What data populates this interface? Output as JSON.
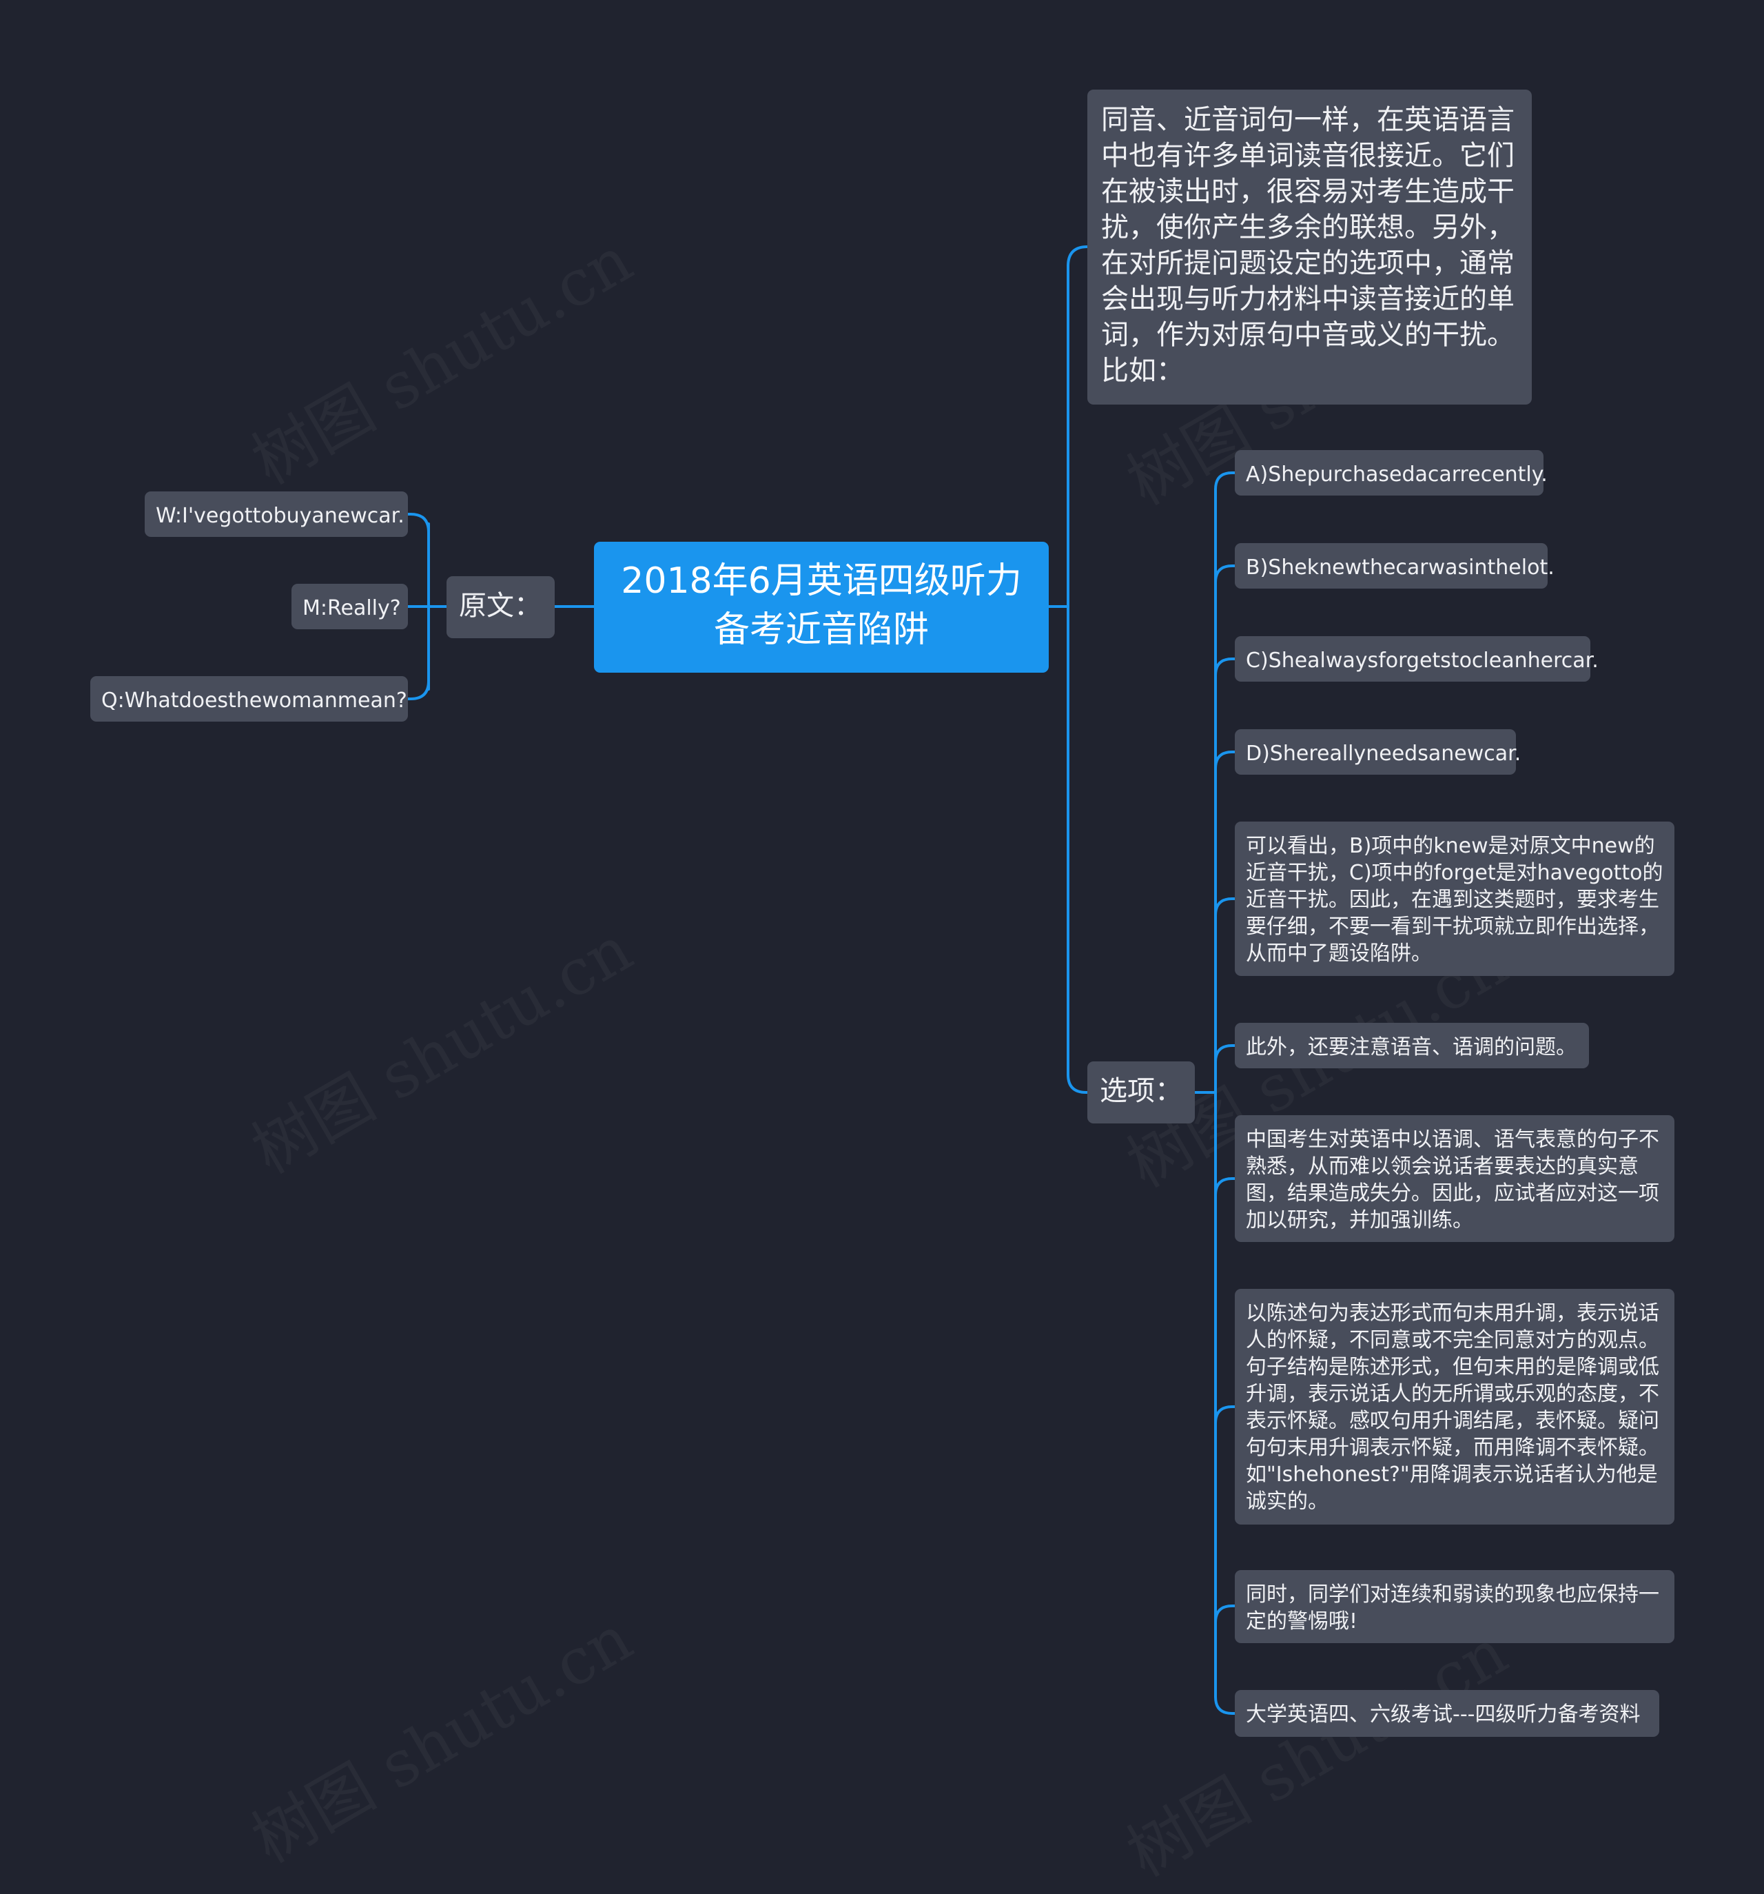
{
  "colors": {
    "background": "#20232f",
    "root_fill": "#1a95ee",
    "node_fill": "#484d5b",
    "connector": "#1a95ee"
  },
  "watermark": "树图 shutu.cn",
  "root": {
    "label": "2018年6月英语四级听力备考近音陷阱"
  },
  "left": {
    "label": "原文：",
    "children": [
      "W:I'vegottobuyanewcar.",
      "M:Really?",
      "Q:Whatdoesthewomanmean?"
    ]
  },
  "right": {
    "intro": "同音、近音词句一样，在英语语言中也有许多单词读音很接近。它们在被读出时，很容易对考生造成干扰，使你产生多余的联想。另外，在对所提问题设定的选项中，通常会出现与听力材料中读音接近的单词，作为对原句中音或义的干扰。比如：",
    "options_label": "选项：",
    "options": [
      "A)Shepurchasedacarrecently.",
      "B)Sheknewthecarwasinthelot.",
      "C)Shealwaysforgetstocleanhercar.",
      "D)Shereallyneedsanewcar.",
      "可以看出，B)项中的knew是对原文中new的近音干扰，C)项中的forget是对havegotto的近音干扰。因此，在遇到这类题时，要求考生要仔细，不要一看到干扰项就立即作出选择，从而中了题设陷阱。",
      "此外，还要注意语音、语调的问题。",
      "中国考生对英语中以语调、语气表意的句子不熟悉，从而难以领会说话者要表达的真实意图，结果造成失分。因此，应试者应对这一项加以研究，并加强训练。",
      "以陈述句为表达形式而句末用升调，表示说话人的怀疑，不同意或不完全同意对方的观点。句子结构是陈述形式，但句末用的是降调或低升调，表示说话人的无所谓或乐观的态度，不表示怀疑。感叹句用升调结尾，表怀疑。疑问句句末用升调表示怀疑，而用降调不表怀疑。如\"Ishehonest?\"用降调表示说话者认为他是诚实的。",
      "同时，同学们对连续和弱读的现象也应保持一定的警惕哦!",
      "大学英语四、六级考试---四级听力备考资料"
    ]
  }
}
